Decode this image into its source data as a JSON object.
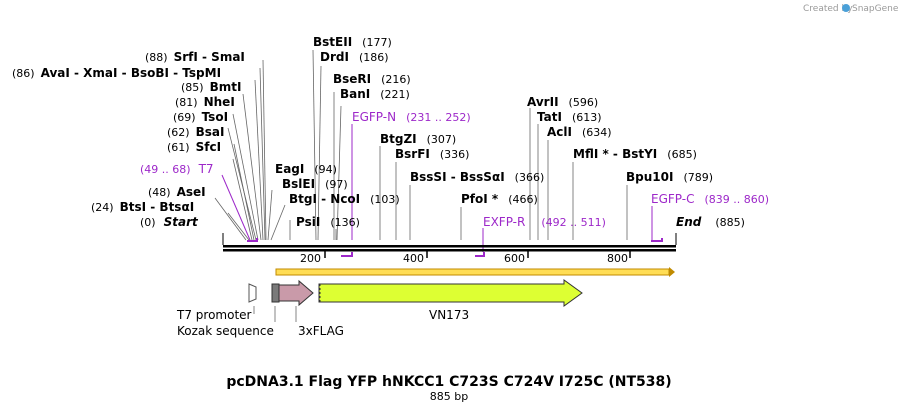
{
  "credit": {
    "text": "Created by",
    "brand": "SnapGene"
  },
  "title": "pcDNA3.1 Flag YFP hNKCC1 C723S C724V I725C (NT538)",
  "length_label": "885 bp",
  "ticks": [
    "200",
    "400",
    "600",
    "800"
  ],
  "ends": {
    "start_label": "Start",
    "start_pos": "(0)",
    "end_label": "End",
    "end_pos": "(885)"
  },
  "sites_top": [
    {
      "pos": "(86)",
      "text": "AvaI  - XmaI  - BsoBI  - TspMI"
    },
    {
      "pos": "(88)",
      "text": "SrfI  - SmaI"
    },
    {
      "pos": "(85)",
      "text": "BmtI"
    },
    {
      "pos": "(81)",
      "text": "NheI"
    },
    {
      "pos": "(69)",
      "text": "TsoI"
    },
    {
      "pos": "(62)",
      "text": "BsaI"
    },
    {
      "pos": "(61)",
      "text": "SfcI"
    },
    {
      "pos": "(48)",
      "text": "AseI"
    },
    {
      "pos": "(24)",
      "text": "BtsI  - BtsαI"
    }
  ],
  "sites_right": [
    {
      "text": "BstEII",
      "pos": "(177)"
    },
    {
      "text": "DrdI",
      "pos": "(186)"
    },
    {
      "text": "BseRI",
      "pos": "(216)"
    },
    {
      "text": "BanI",
      "pos": "(221)"
    },
    {
      "text": "EagI",
      "pos": "(94)"
    },
    {
      "text": "BslEI",
      "pos": "(97)"
    },
    {
      "text": "BtgI  - NcoI",
      "pos": "(103)"
    },
    {
      "text": "PsiI",
      "pos": "(136)"
    },
    {
      "text": "BtgZI",
      "pos": "(307)"
    },
    {
      "text": "BsrFI",
      "pos": "(336)"
    },
    {
      "text": "BssSI  - BssSαI",
      "pos": "(366)"
    },
    {
      "text": "PfoI *",
      "pos": "(466)"
    },
    {
      "text": "AvrII",
      "pos": "(596)"
    },
    {
      "text": "TatI",
      "pos": "(613)"
    },
    {
      "text": "AclI",
      "pos": "(634)"
    },
    {
      "text": "MflI *  - BstYI",
      "pos": "(685)"
    },
    {
      "text": "Bpu10I",
      "pos": "(789)"
    }
  ],
  "primers": [
    {
      "name": "T7",
      "range": "(49 .. 68)"
    },
    {
      "name": "EGFP-N",
      "range": "(231 .. 252)"
    },
    {
      "name": "EXFP-R",
      "range": "(492 .. 511)"
    },
    {
      "name": "EGFP-C",
      "range": "(839 .. 860)"
    }
  ],
  "features": {
    "t7_promoter": "T7 promoter",
    "kozak": "Kozak sequence",
    "flag": "3xFLAG",
    "vn173": "VN173"
  },
  "colors": {
    "primer": "#9d28c9",
    "orf": "#ffdd55",
    "flag_arrow": "#c99aa9",
    "vn173": "#ddff33"
  }
}
